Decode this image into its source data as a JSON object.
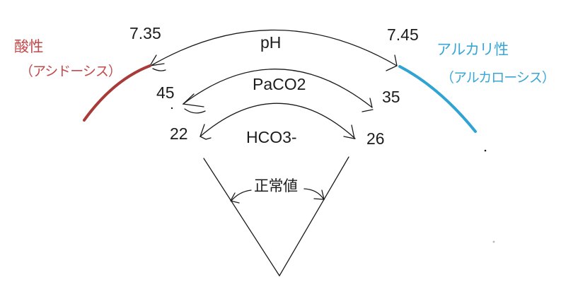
{
  "diagram": {
    "title_semantic": "acid-base balance normal ranges (pH / PaCO2 / HCO3-)",
    "rows": [
      {
        "label": "pH",
        "left_value": "7.35",
        "right_value": "7.45"
      },
      {
        "label": "PaCO2",
        "left_value": "45",
        "right_value": "35"
      },
      {
        "label": "HCO3-",
        "left_value": "22",
        "right_value": "26"
      }
    ],
    "left_side": {
      "title": "酸性",
      "subtitle": "（アシドーシス）"
    },
    "right_side": {
      "title": "アルカリ性",
      "subtitle": "（アルカローシス）"
    },
    "normal_zone_label": "正常値",
    "colors": {
      "line": "#1a1a1a",
      "acid_stroke": "#a83a3a",
      "acid_text": "#c24a4a",
      "alkali_stroke": "#2fa3d1",
      "alkali_text": "#38a7d6",
      "background": "#ffffff"
    }
  }
}
